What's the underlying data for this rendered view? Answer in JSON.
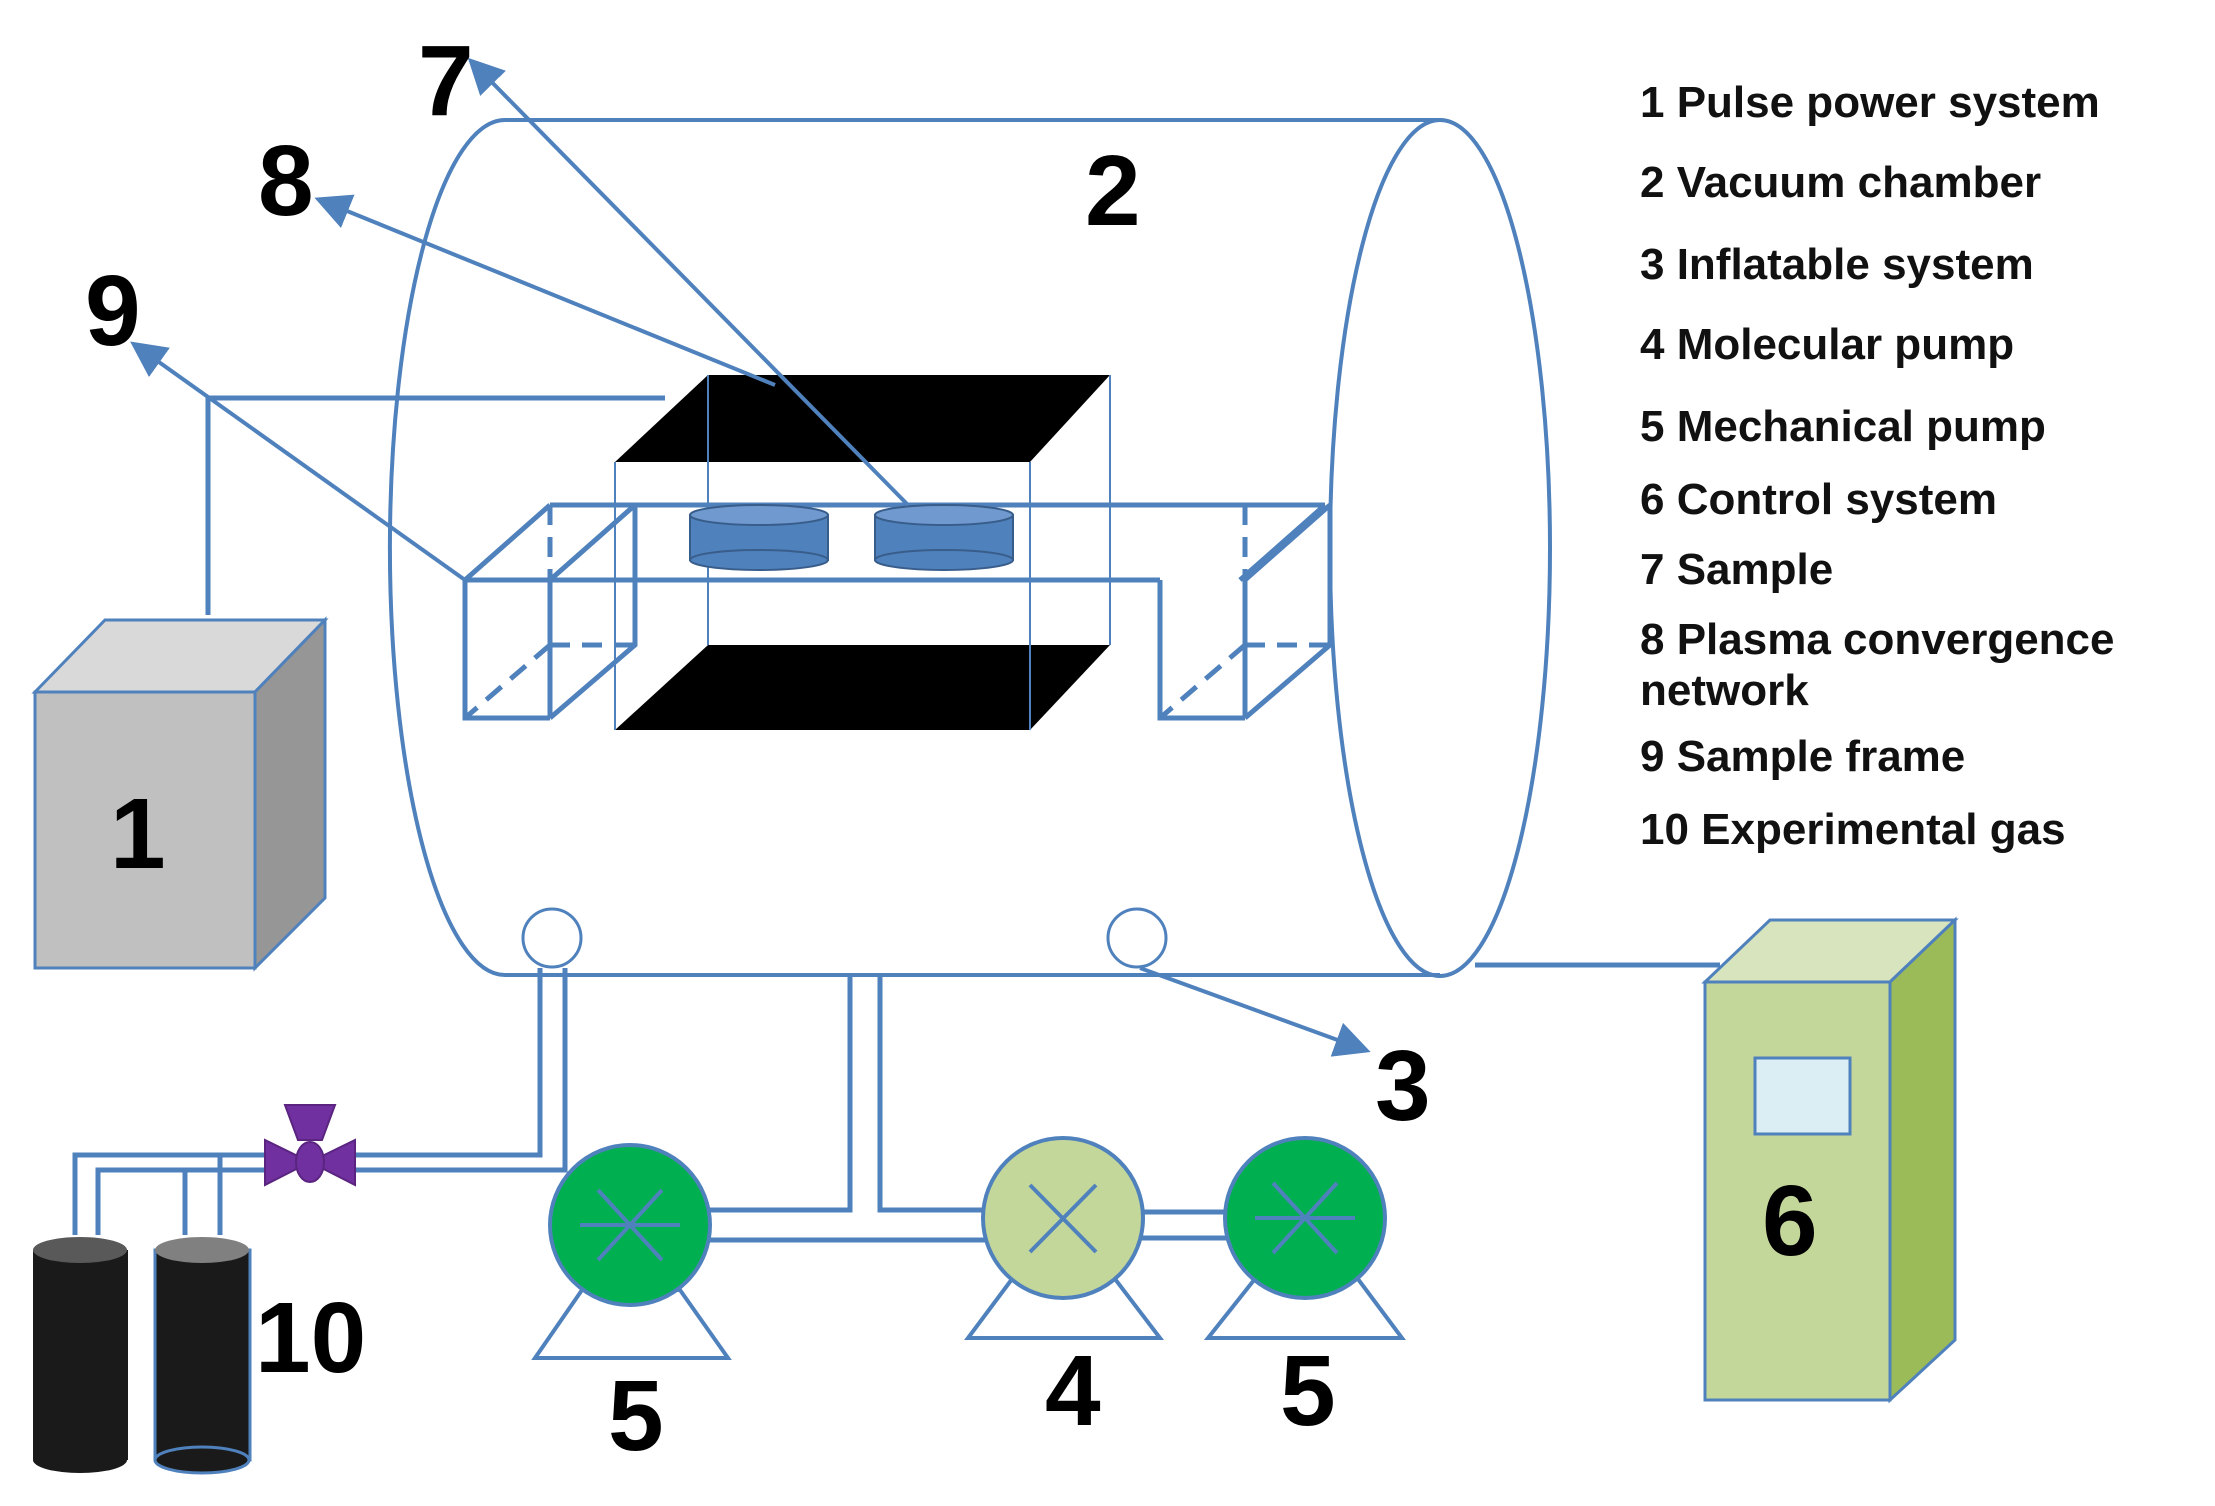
{
  "colors": {
    "line": "#4f81bd",
    "black": "#000000",
    "sample_fill": "#4f81bd",
    "power_front": "#c0c0c0",
    "power_top": "#d9d9d9",
    "power_side": "#969696",
    "control_front": "#c4d79b",
    "control_side": "#9bbb59",
    "control_screen": "#dbeef4",
    "mech_pump": "#00b050",
    "mol_pump": "#c4d79b",
    "valve": "#7030a0"
  },
  "icons": {
    "pulse_power": "box-3d",
    "vacuum_chamber": "cylinder",
    "mechanical_pump": "pump-circle",
    "molecular_pump": "pump-circle-x",
    "control_system": "cabinet",
    "gas_cylinder": "gas-cylinder",
    "valve": "valve-icon",
    "sample": "disc"
  },
  "labels": {
    "n1": "1",
    "n2": "2",
    "n3": "3",
    "n4": "4",
    "n5a": "5",
    "n5b": "5",
    "n6": "6",
    "n7": "7",
    "n8": "8",
    "n9": "9",
    "n10": "10"
  },
  "legend": [
    "1 Pulse power system",
    "2 Vacuum chamber",
    "3 Inflatable system",
    "4 Molecular pump",
    "5 Mechanical pump",
    "6 Control system",
    "7 Sample",
    "8 Plasma convergence network",
    "9 Sample frame",
    "10 Experimental gas"
  ]
}
